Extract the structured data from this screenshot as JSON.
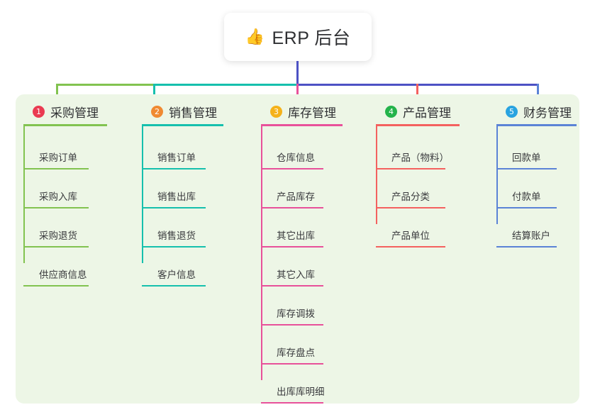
{
  "diagram": {
    "type": "mindmap",
    "root": {
      "icon": "thumbs-up-icon",
      "icon_glyph": "👍",
      "label": "ERP 后台"
    },
    "panel_background": "#edf6e6",
    "root_stem_color": "#4d52c4",
    "bus_segments": [
      {
        "color": "#82c350"
      },
      {
        "color": "#16c0ad"
      },
      {
        "color": "#4d52c4"
      }
    ],
    "branches": [
      {
        "number": "1",
        "badge_color": "#ea3b52",
        "line_color": "#82c350",
        "title": "采购管理",
        "items": [
          {
            "label": "采购订单"
          },
          {
            "label": "采购入库"
          },
          {
            "label": "采购退货"
          },
          {
            "label": "供应商信息"
          }
        ]
      },
      {
        "number": "2",
        "badge_color": "#f08a32",
        "line_color": "#16c0ad",
        "title": "销售管理",
        "items": [
          {
            "label": "销售订单"
          },
          {
            "label": "销售出库"
          },
          {
            "label": "销售退货"
          },
          {
            "label": "客户信息"
          }
        ]
      },
      {
        "number": "3",
        "badge_color": "#f5b21a",
        "line_color": "#e8519a",
        "title": "库存管理",
        "items": [
          {
            "label": "仓库信息"
          },
          {
            "label": "产品库存"
          },
          {
            "label": "其它出库"
          },
          {
            "label": "其它入库"
          },
          {
            "label": "库存调拨"
          },
          {
            "label": "库存盘点"
          },
          {
            "label": "出库库明细"
          }
        ]
      },
      {
        "number": "4",
        "badge_color": "#24b34b",
        "line_color": "#f4615f",
        "title": "产品管理",
        "items": [
          {
            "label": "产品（物料）"
          },
          {
            "label": "产品分类"
          },
          {
            "label": "产品单位"
          }
        ]
      },
      {
        "number": "5",
        "badge_color": "#29a3e0",
        "line_color": "#5b83d6",
        "title": "财务管理",
        "items": [
          {
            "label": "回款单"
          },
          {
            "label": "付款单"
          },
          {
            "label": "结算账户"
          }
        ]
      }
    ]
  }
}
